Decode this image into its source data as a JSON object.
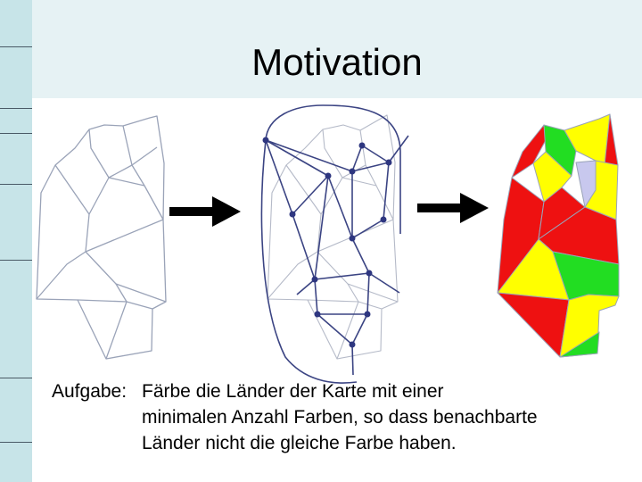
{
  "slide": {
    "title": "Motivation",
    "task_label": "Aufgabe:",
    "task_lines": [
      "Färbe die Länder der Karte mit einer",
      "minimalen Anzahl Farben, so dass benachbarte",
      "Länder nicht die gleiche Farbe haben."
    ]
  },
  "colors": {
    "map_line": "#9aa3b8",
    "graph_edge": "#3b4483",
    "graph_node": "#2e3680",
    "arrow": "#000000",
    "fill_red": "#ee1111",
    "fill_yellow": "#ffff00",
    "fill_green": "#22dd22",
    "fill_lavender": "#c8c8ee"
  }
}
